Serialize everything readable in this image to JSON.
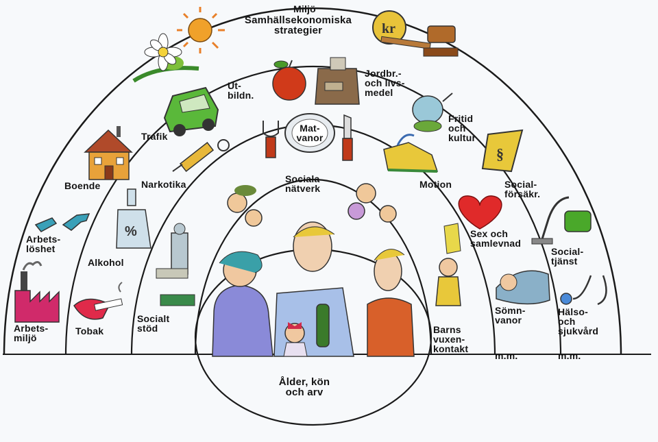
{
  "outer_band": {
    "miljo": "Miljö",
    "strategies": "Samhällsekonomiska\nstrategier"
  },
  "band3": {
    "utbildning": "Ut-\nbildn.",
    "jordbruk": "Jordbr.-\noch livs-\nmedel",
    "fritid": "Fritid\noch\nkultur",
    "trafik": "Trafik",
    "boende": "Boende",
    "socialforsakring": "Social-\nförsäkr.",
    "arbetsloshet": "Arbets-\nlöshet",
    "socialtjanst": "Social-\ntjänst",
    "arbetsmiljo": "Arbets-\nmiljö",
    "halso": "Hälso-\noch\nsjukvård",
    "mm": "m.m."
  },
  "band2": {
    "matvanor": "Mat-\nvanor",
    "narkotika": "Narkotika",
    "motion": "Motion",
    "alkohol": "Alkohol",
    "sex": "Sex och\nsamlevnad",
    "tobak": "Tobak",
    "somnvanor": "Sömn-\nvanor",
    "mm": "m.m."
  },
  "band1": {
    "sociala_natverk": "Sociala\nnätverk",
    "socialt_stod": "Socialt\nstöd",
    "barns_kontakt": "Barns\nvuxen-\nkontakt"
  },
  "core": {
    "alder": "Ålder, kön\noch arv"
  },
  "colors": {
    "line": "#1a1a1a",
    "background": "#f7f9fb"
  },
  "icons": [
    "sun-icon",
    "flower-icon",
    "coin-icon",
    "gavel-icon",
    "apple-icon",
    "grocery-bag-icon",
    "car-icon",
    "house-icon",
    "wrench-icon",
    "factory-icon",
    "syringe-icon",
    "plate-icon",
    "fork-icon",
    "knife-icon",
    "sneaker-icon",
    "book-icon",
    "heart-icon",
    "vacuum-icon",
    "stethoscope-icon",
    "bottle-icon",
    "cigarette-icon",
    "people-icon",
    "family-icon",
    "child-icon",
    "sleeping-man-icon",
    "musician-icon"
  ]
}
